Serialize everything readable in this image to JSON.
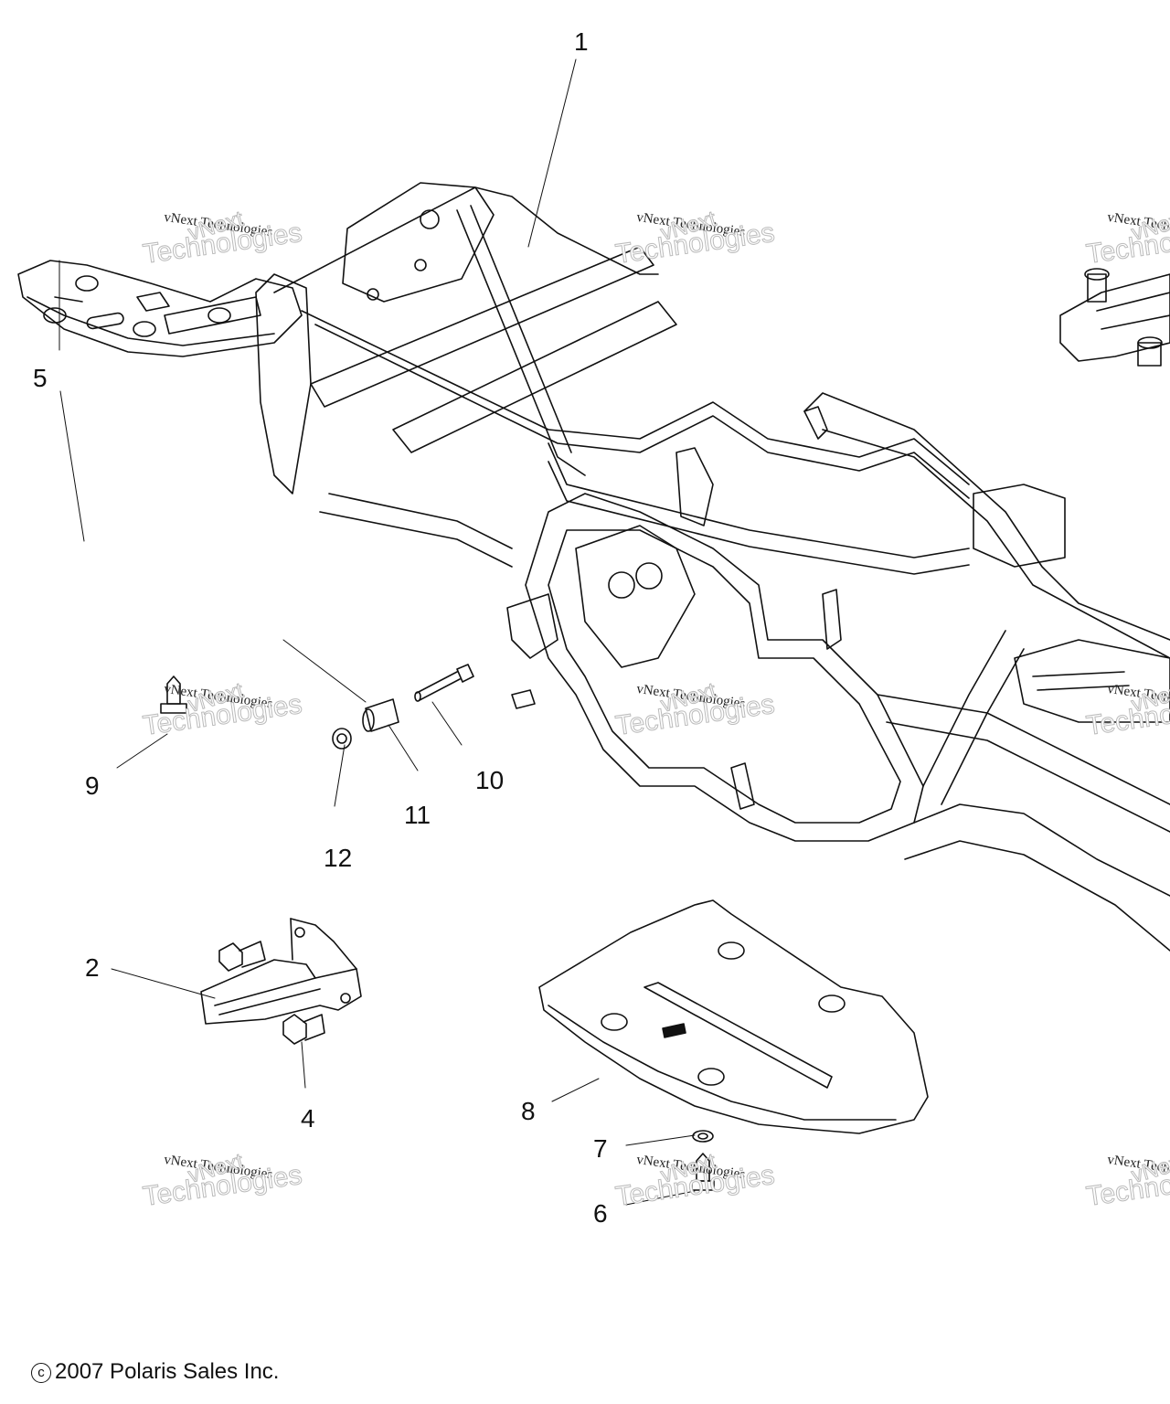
{
  "diagram": {
    "title": "Frame parts diagram",
    "copyright_symbol": "c",
    "copyright_text": "2007 Polaris Sales Inc.",
    "watermark": {
      "line_small": "vNext Technologies",
      "line_mid": "vNext",
      "line_big": "Technologies"
    },
    "callouts": [
      {
        "id": "1",
        "label": "1",
        "part": "main frame"
      },
      {
        "id": "2",
        "label": "2",
        "part": "mounting bracket"
      },
      {
        "id": "4",
        "label": "4",
        "part": "bolt"
      },
      {
        "id": "5",
        "label": "5",
        "part": "front skid plate"
      },
      {
        "id": "6",
        "label": "6",
        "part": "screw"
      },
      {
        "id": "7",
        "label": "7",
        "part": "washer"
      },
      {
        "id": "8",
        "label": "8",
        "part": "center skid plate"
      },
      {
        "id": "9",
        "label": "9",
        "part": "push rivet"
      },
      {
        "id": "10",
        "label": "10",
        "part": "bolt"
      },
      {
        "id": "11",
        "label": "11",
        "part": "bushing"
      },
      {
        "id": "12",
        "label": "12",
        "part": "nut"
      }
    ]
  }
}
